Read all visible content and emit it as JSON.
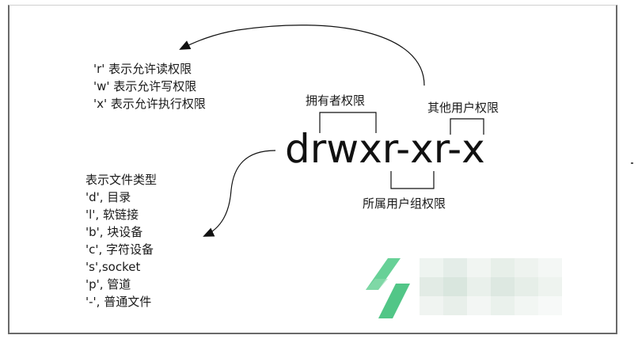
{
  "diagram": {
    "permission_string": "drwxr-xr-x",
    "labels": {
      "owner": "拥有者权限",
      "other": "其他用户权限",
      "group": "所属用户组权限"
    },
    "rwx_legend": [
      "'r' 表示允许读权限",
      "'w' 表示允许写权限",
      "'x' 表示允许执行权限"
    ],
    "type_legend": [
      "表示文件类型",
      "'d', 目录",
      "'l', 软链接",
      "'b', 块设备",
      "'c', 字符设备",
      "'s',socket",
      "'p', 管道",
      "'-', 普通文件"
    ]
  },
  "colors": {
    "border": "#6a6a6a",
    "text": "#1a1a1a",
    "logo_green": "#3fc07a"
  }
}
